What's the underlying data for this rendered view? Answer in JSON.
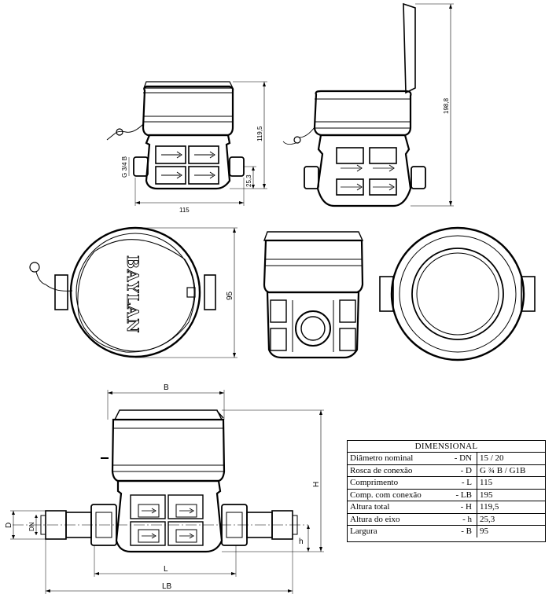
{
  "views": {
    "front_dims": {
      "width": "115",
      "axis_height": "25,3",
      "total_height": "119,5",
      "thread": "G 3/4 B"
    },
    "side_dims": {
      "height_lid_open": "198,8"
    },
    "top_dims": {
      "width": "95",
      "brand": "BAYLAN"
    },
    "section_dims": {
      "B": "B",
      "H": "H",
      "h": "h",
      "D": "D",
      "DN": "DN",
      "L": "L",
      "LB": "LB"
    }
  },
  "spec_table": {
    "title": "DIMENSIONAL",
    "rows": [
      {
        "name": "Diâmetro nominal",
        "code": "- DN",
        "value": "15 / 20"
      },
      {
        "name": "Rosca de conexão",
        "code": "- D",
        "value": "G ¾ B / G1B"
      },
      {
        "name": "Comprimento",
        "code": "- L",
        "value": "115"
      },
      {
        "name": "Comp. com conexão",
        "code": "- LB",
        "value": "195"
      },
      {
        "name": "Altura total",
        "code": "- H",
        "value": "119,5"
      },
      {
        "name": "Altura do eixo",
        "code": "- h",
        "value": "25,3"
      },
      {
        "name": "Largura",
        "code": "- B",
        "value": "95"
      }
    ]
  }
}
